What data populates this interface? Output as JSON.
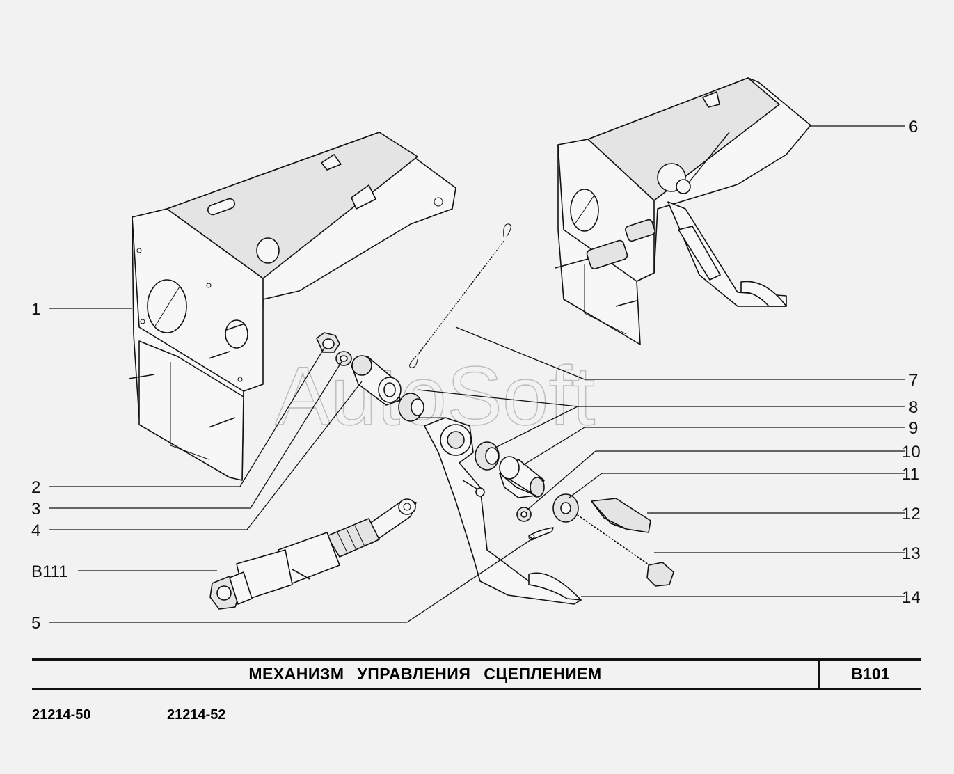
{
  "watermark": "AutoSoft",
  "callouts": {
    "c1": "1",
    "c2": "2",
    "c3": "3",
    "c4": "4",
    "c5": "5",
    "c6": "6",
    "c7": "7",
    "c8": "8",
    "c9": "9",
    "c10": "10",
    "c11": "11",
    "c12": "12",
    "c13": "13",
    "c14": "14",
    "cB111": "B111"
  },
  "title_block": {
    "title": "МЕХАНИЗМ  УПРАВЛЕНИЯ  СЦЕПЛЕНИЕМ",
    "code": "B101"
  },
  "models": [
    "21214-50",
    "21214-52"
  ]
}
